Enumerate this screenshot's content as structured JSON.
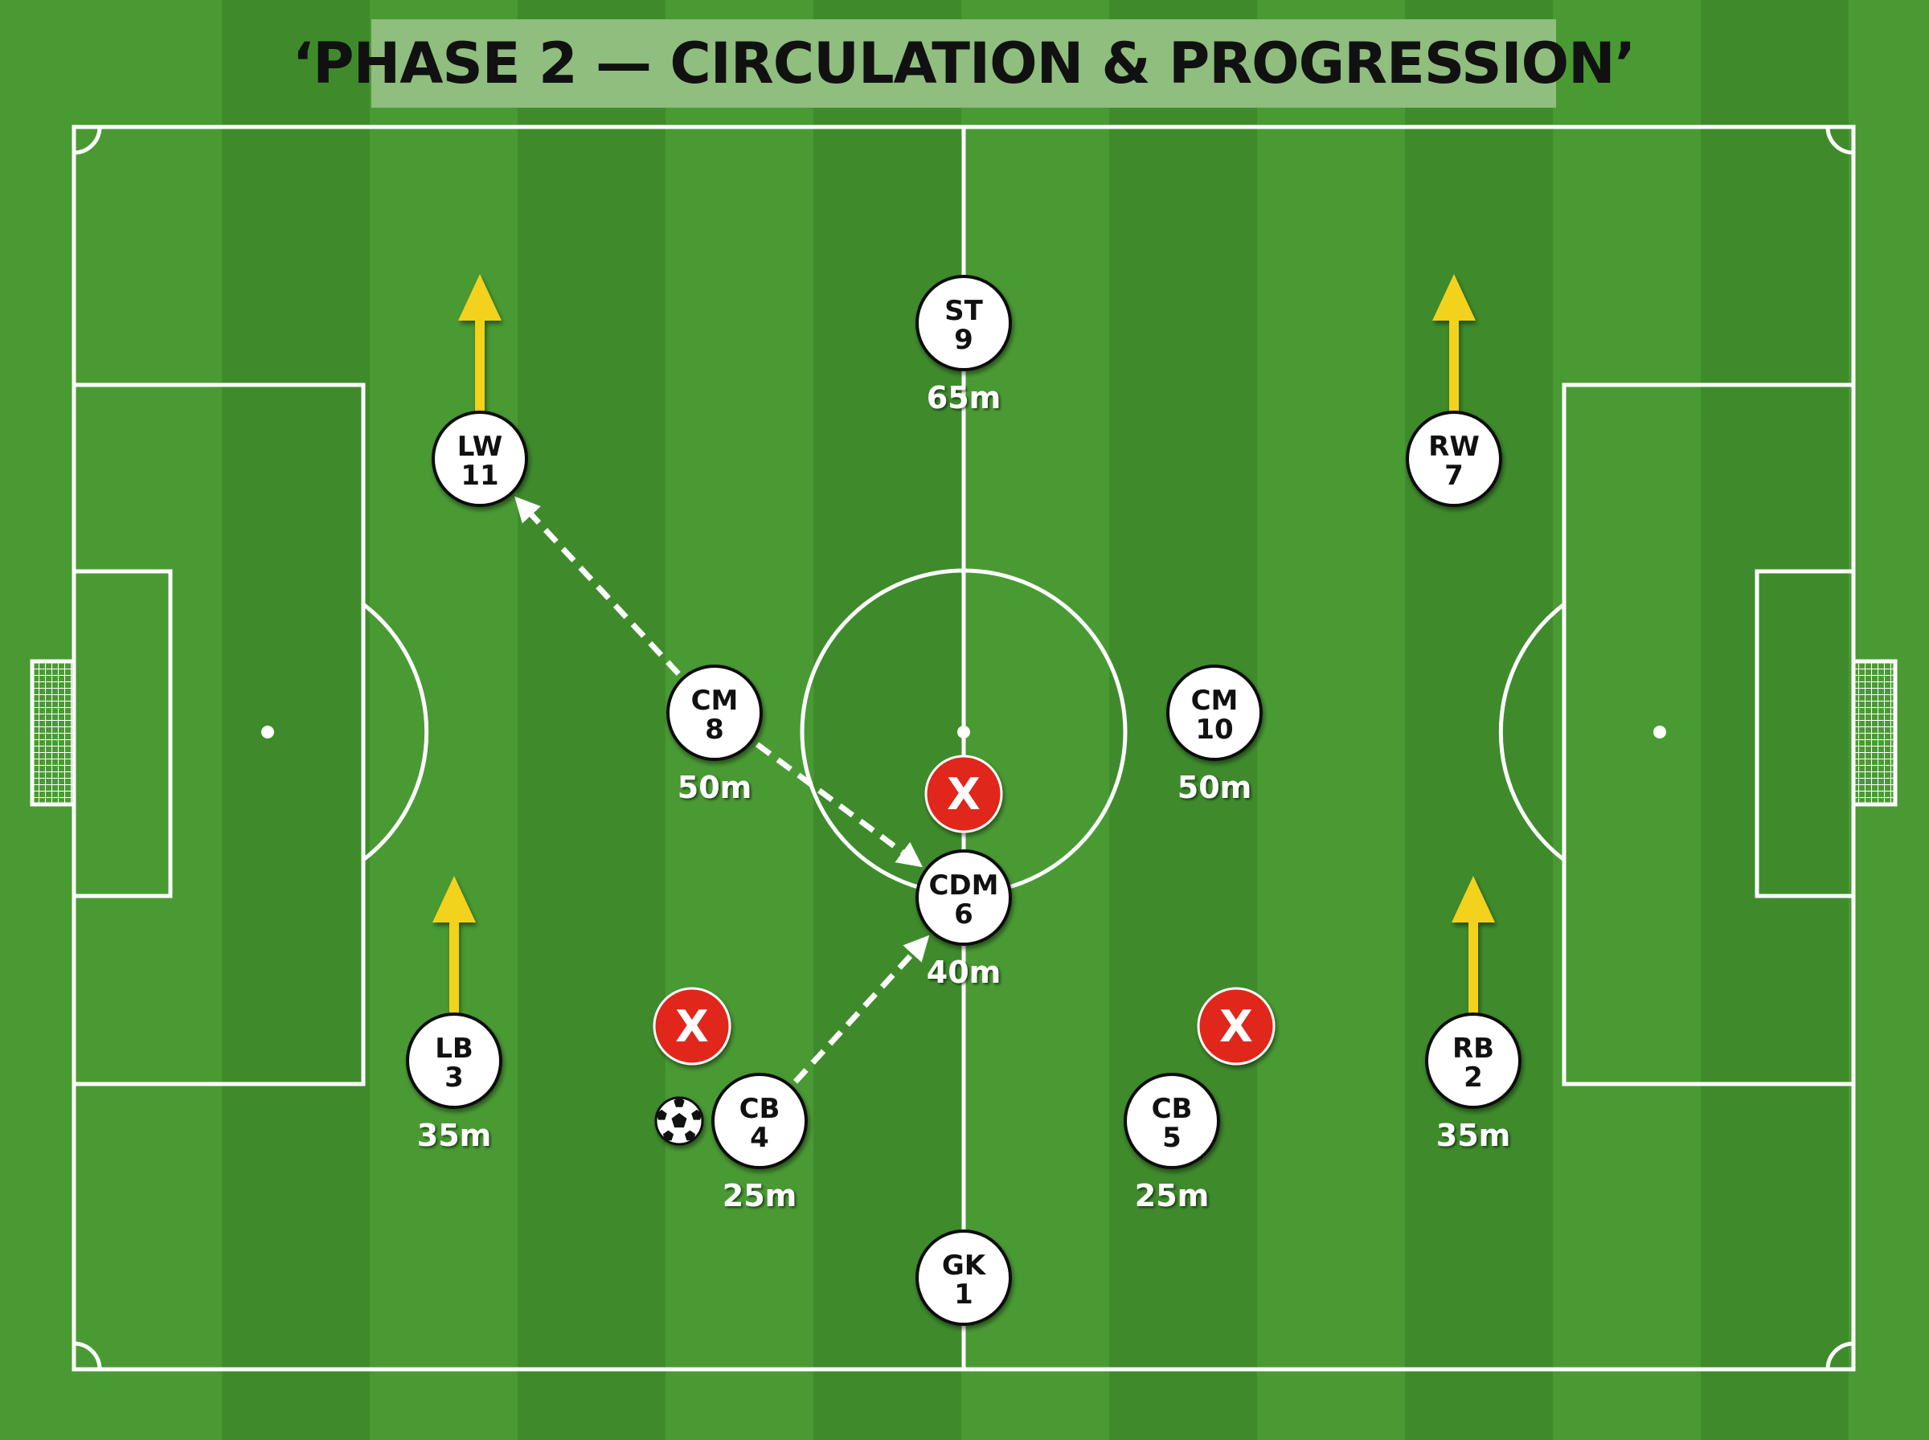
{
  "title": "‘PHASE 2 — CIRCULATION & PROGRESSION’",
  "colors": {
    "grass_light": "#4a9a34",
    "grass_dark": "#3f8b2c",
    "lines": "#ffffff",
    "player_fill": "#ffffff",
    "opponent_fill": "#e1251b",
    "run_arrow": "#f2d21a",
    "pass_arrow": "#ffffff",
    "title_bg": "#8fbe7e"
  },
  "players": [
    {
      "id": "gk",
      "role": "GK",
      "number": "1",
      "distance": ""
    },
    {
      "id": "cb4",
      "role": "CB",
      "number": "4",
      "distance": "25m"
    },
    {
      "id": "cb5",
      "role": "CB",
      "number": "5",
      "distance": "25m"
    },
    {
      "id": "lb",
      "role": "LB",
      "number": "3",
      "distance": "35m"
    },
    {
      "id": "rb",
      "role": "RB",
      "number": "2",
      "distance": "35m"
    },
    {
      "id": "cdm",
      "role": "CDM",
      "number": "6",
      "distance": "40m"
    },
    {
      "id": "cm8",
      "role": "CM",
      "number": "8",
      "distance": "50m"
    },
    {
      "id": "cm10",
      "role": "CM",
      "number": "10",
      "distance": "50m"
    },
    {
      "id": "lw",
      "role": "LW",
      "number": "11",
      "distance": ""
    },
    {
      "id": "rw",
      "role": "RW",
      "number": "7",
      "distance": ""
    },
    {
      "id": "st",
      "role": "ST",
      "number": "9",
      "distance": "65m"
    }
  ],
  "opponents": [
    {
      "id": "opp1",
      "label": "X"
    },
    {
      "id": "opp2",
      "label": "X"
    },
    {
      "id": "opp3",
      "label": "X"
    }
  ],
  "passes": [
    {
      "from": "cb4",
      "to": "cdm"
    },
    {
      "from": "cm8",
      "to": "cdm"
    },
    {
      "from": "cm8",
      "to": "lw"
    }
  ],
  "runs": [
    {
      "player": "lw",
      "direction": "up"
    },
    {
      "player": "rw",
      "direction": "up"
    },
    {
      "player": "lb",
      "direction": "up"
    },
    {
      "player": "rb",
      "direction": "up"
    }
  ],
  "ball": {
    "near": "cb4"
  }
}
